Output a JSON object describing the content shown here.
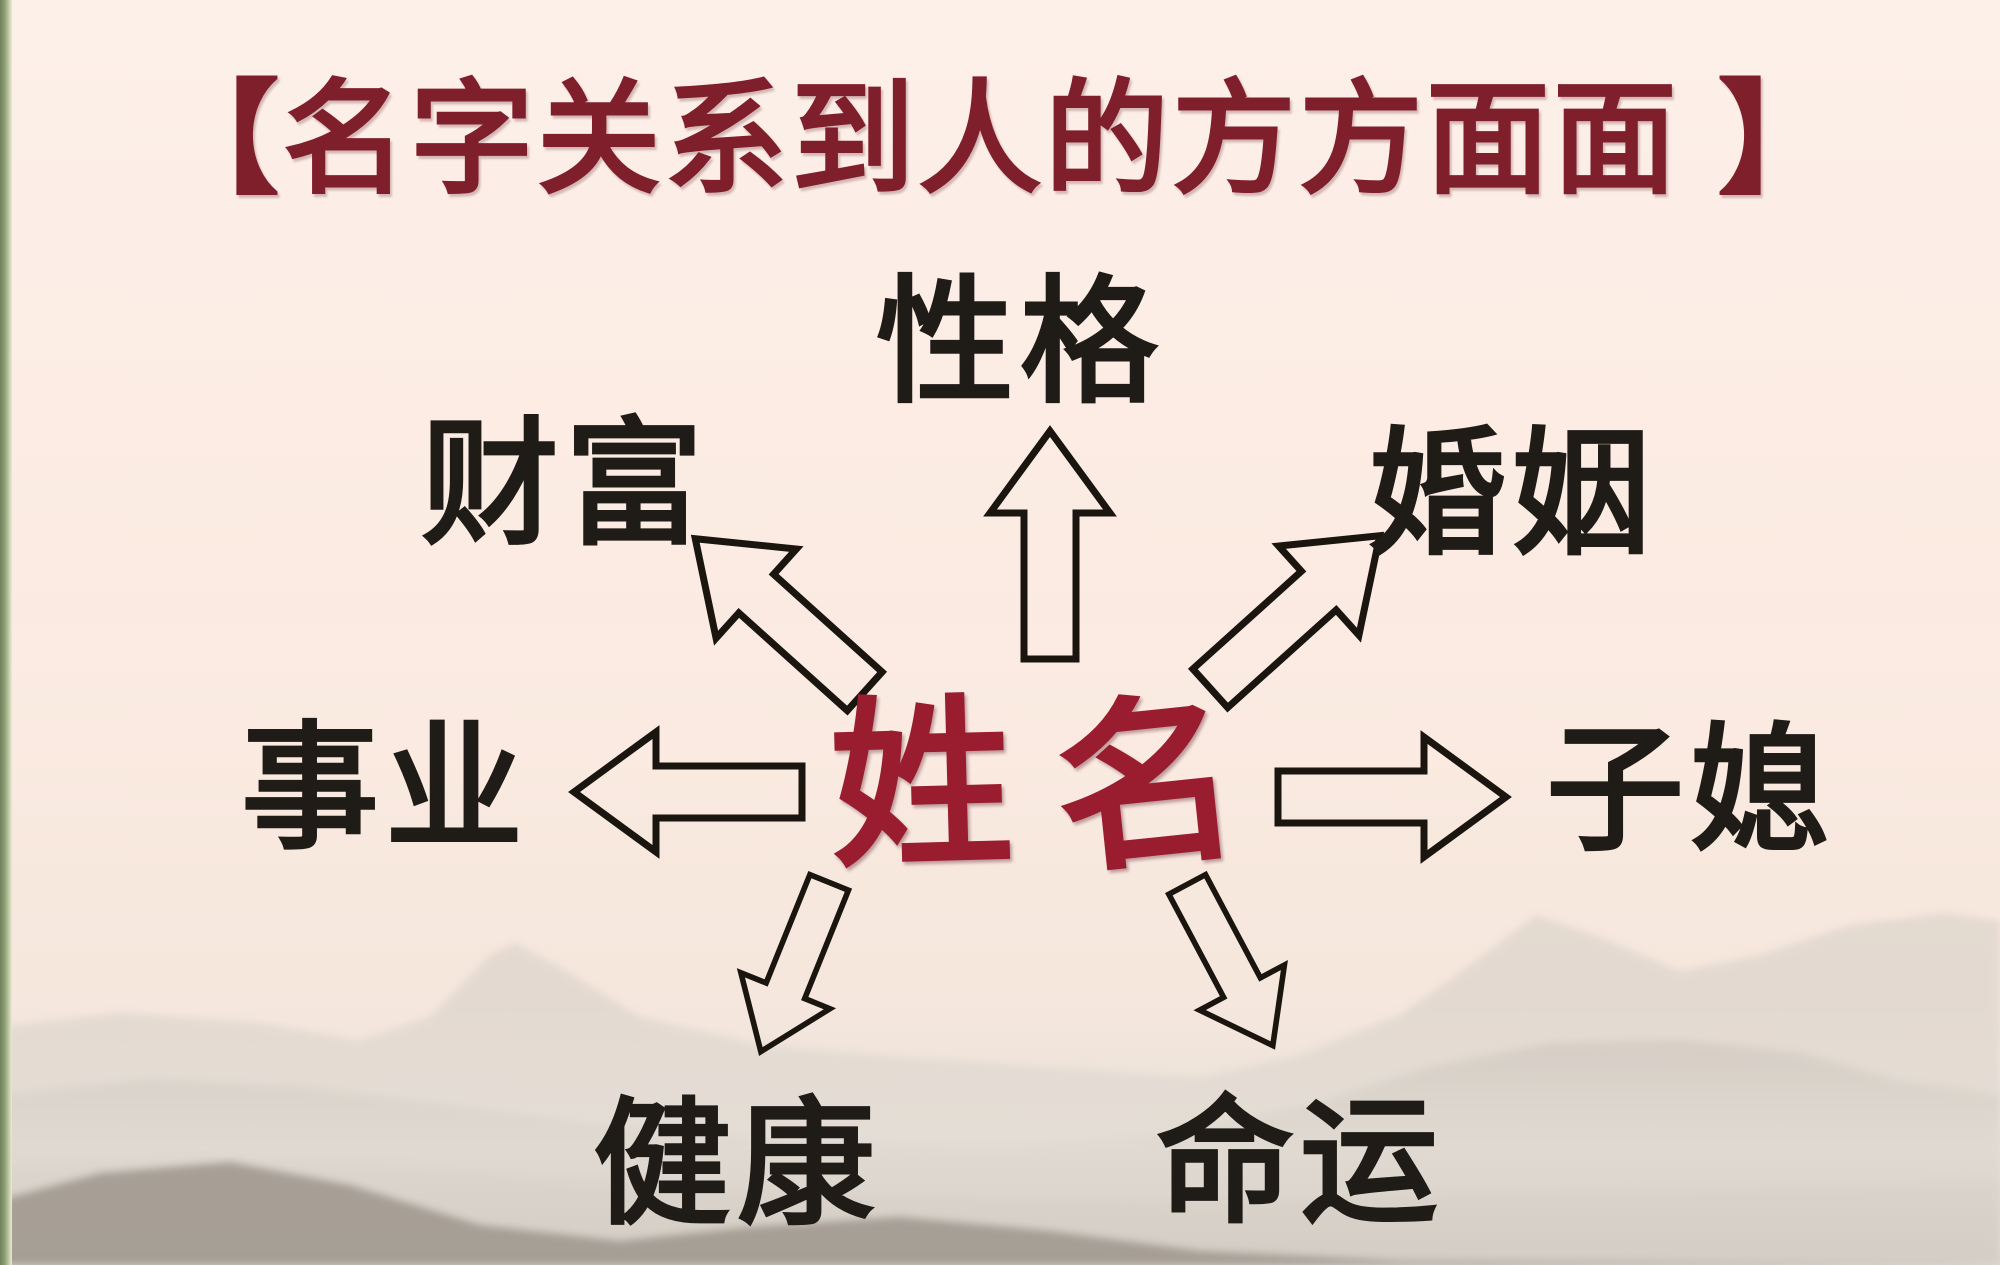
{
  "title": "【名字关系到人的方方面面 】",
  "center": {
    "label": "姓名",
    "char1": "姓",
    "char2": "名"
  },
  "nodes": [
    {
      "id": "personality",
      "label": "性格",
      "position": "top"
    },
    {
      "id": "wealth",
      "label": "财富",
      "position": "upper-left"
    },
    {
      "id": "marriage",
      "label": "婚姻",
      "position": "upper-right"
    },
    {
      "id": "career",
      "label": "事业",
      "position": "left"
    },
    {
      "id": "children",
      "label": "子媳",
      "position": "right"
    },
    {
      "id": "health",
      "label": "健康",
      "position": "lower-left"
    },
    {
      "id": "fate",
      "label": "命运",
      "position": "lower-right"
    }
  ],
  "arrows": [
    {
      "icon": "arrow-up-icon",
      "from": "姓名",
      "to": "性格"
    },
    {
      "icon": "arrow-up-left-icon",
      "from": "姓名",
      "to": "财富"
    },
    {
      "icon": "arrow-up-right-icon",
      "from": "姓名",
      "to": "婚姻"
    },
    {
      "icon": "arrow-left-icon",
      "from": "姓名",
      "to": "事业"
    },
    {
      "icon": "arrow-right-icon",
      "from": "姓名",
      "to": "子媳"
    },
    {
      "icon": "arrow-down-left-icon",
      "from": "姓名",
      "to": "健康"
    },
    {
      "icon": "arrow-down-right-icon",
      "from": "姓名",
      "to": "命运"
    }
  ],
  "colors": {
    "title_text": "#7f1f2b",
    "center_text": "#9a1c2f",
    "node_text": "#1f1b17",
    "arrow_outline": "#1a150f",
    "background": "#fbebe2",
    "left_edge_strip": "#93a37b",
    "mountain_far": "#d8d1c9",
    "mountain_mid": "#cac2b9",
    "mountain_near": "#a29a91"
  }
}
